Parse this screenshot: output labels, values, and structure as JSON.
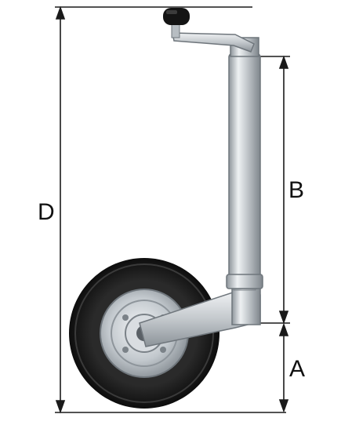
{
  "dimensions": {
    "d": "D",
    "b": "B",
    "a": "A"
  },
  "colors": {
    "line": "#1a1a1a",
    "tire": "#1c1c1c",
    "rim": "#c9ced3",
    "metal_light": "#e9ecef",
    "metal_dark": "#8f969c",
    "knob": "#111111"
  }
}
